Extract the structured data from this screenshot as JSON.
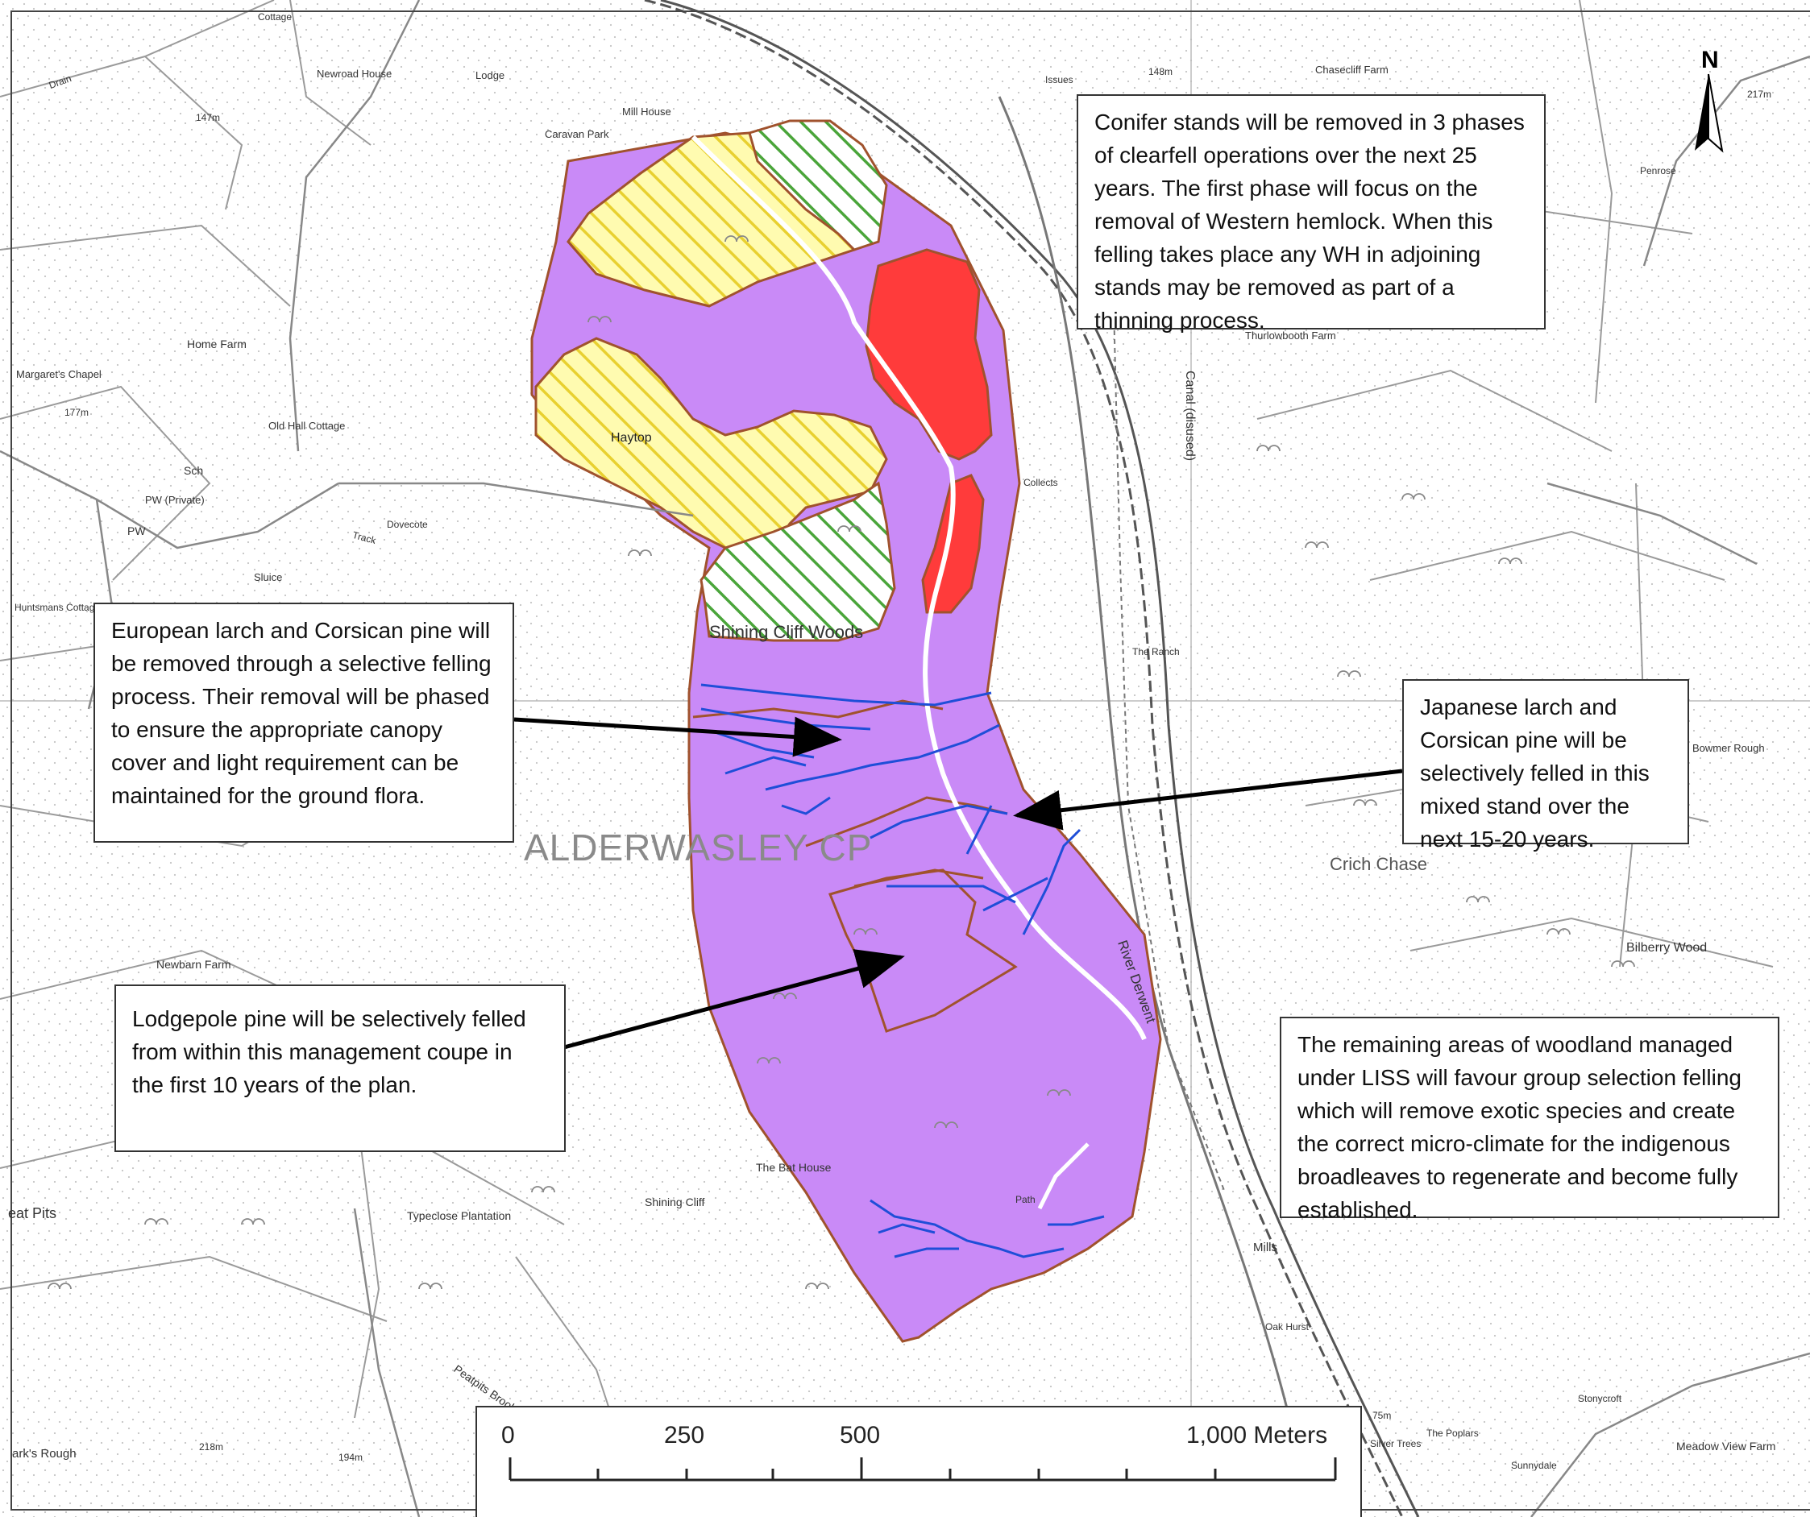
{
  "callouts": {
    "conifer": "Conifer stands will be removed in 3 phases of clearfell operations over the next 25 years. The first phase will focus on the removal of Western hemlock.  When this felling takes place any WH in adjoining stands may be removed as part of a thinning process.",
    "european_larch": "European larch and Corsican pine will be removed through a selective felling process.  Their removal will be phased to ensure the appropriate canopy cover and light requirement can be maintained for the ground flora.",
    "japanese_larch": "Japanese larch and Corsican pine will be selectively felled in this mixed stand over the next 15-20 years.",
    "lodgepole": "Lodgepole pine will be selectively felled from within this management coupe in the first 10 years of the plan.",
    "remaining": "The remaining areas of woodland managed under LISS will favour group selection felling which will remove exotic species and create the correct micro-climate for the indigenous broadleaves to regenerate and become fully established."
  },
  "map_labels": {
    "parish": "ALDERWASLEY CP",
    "shining_cliff_woods": "Shining Cliff Woods",
    "crich_chase": "Crich Chase",
    "bilberry_wood": "Bilberry Wood",
    "haytop": "Haytop",
    "river_derwent": "River Derwent",
    "chasecliff_farm": "Chasecliff Farm",
    "thurlowbooth_farm": "Thurlowbooth Farm",
    "home_farm": "Home Farm",
    "newroad_house": "Newroad House",
    "lodge": "Lodge",
    "mill_house": "Mill House",
    "caravan_park": "Caravan Park",
    "old_hall_cottage": "Old Hall Cottage",
    "newbarn_farm": "Newbarn Farm",
    "the_bat_house": "The Bat House",
    "shining_cliff": "Shining Cliff",
    "typeclose_plantation": "Typeclose Plantation",
    "peat_pits": "eat Pits",
    "meadow_view_farm": "Meadow View Farm",
    "sunnydale": "Sunnydale",
    "stonycroft": "Stonycroft",
    "mills": "Mills",
    "bowmer_rough": "Bowmer Rough",
    "the_ranch": "The Ranch",
    "penrose": "Penrose",
    "oak_hurst": "Oak Hurst",
    "silver_trees": "Silver Trees",
    "the_poplars": "The Poplars",
    "pw_private": "PW (Private)",
    "sch": "Sch",
    "pw": "PW",
    "margarets_chapel": "Margaret's Chapel",
    "huntsmans_cottage": "Huntsmans Cottage",
    "collects": "Collects",
    "issues": "Issues",
    "cottage": "Cottage",
    "peatpits_brook": "Peatpits Brook",
    "sluice": "Sluice",
    "dovecote": "Dovecote",
    "drain": "Drain",
    "track": "Track",
    "path": "Path",
    "canal_disused": "Canal (disused)",
    "rough": "ark's Rough",
    "e_148": "148m",
    "e_147": "147m",
    "e_177": "177m",
    "e_217": "217m",
    "e_218": "218m",
    "e_194": "194m",
    "e_75": "75m"
  },
  "scale_bar": {
    "labels": [
      "0",
      "250",
      "500",
      "1,000 Meters"
    ]
  },
  "north_arrow": "N",
  "colors": {
    "liss_purple": "#c98af7",
    "clearfell_red": "#ff3b3b",
    "hatch_yellow": "#fffbb0",
    "hatch_green": "#4aa53a",
    "boundary_brown": "#a0522d",
    "stream_blue": "#1f4ed8"
  }
}
